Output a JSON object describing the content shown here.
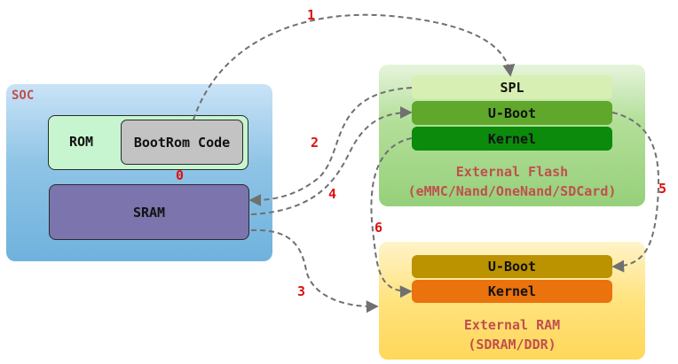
{
  "soc": {
    "label": "SOC",
    "rom_label": "ROM",
    "bootrom_label": "BootRom Code",
    "sram_label": "SRAM"
  },
  "flash": {
    "spl": "SPL",
    "uboot": "U-Boot",
    "kernel": "Kernel",
    "title": "External Flash",
    "subtitle": "(eMMC/Nand/OneNand/SDCard)"
  },
  "ram": {
    "uboot": "U-Boot",
    "kernel": "Kernel",
    "title": "External RAM",
    "subtitle": "(SDRAM/DDR)"
  },
  "steps": [
    "0",
    "1",
    "2",
    "3",
    "4",
    "5",
    "6"
  ],
  "colors": {
    "step_number": "#e01010",
    "arrow": "#707070",
    "panel_title": "#c0504d"
  }
}
